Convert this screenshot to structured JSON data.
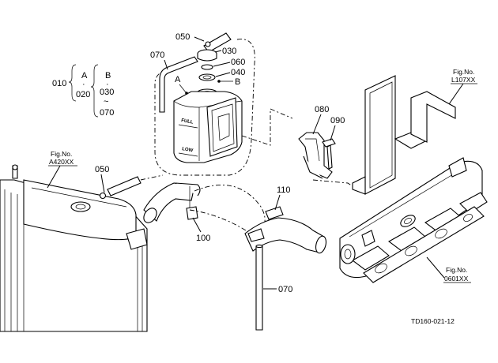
{
  "diagram": {
    "drawing_code": "TD160-021-12",
    "part_labels": {
      "p050_top": "050",
      "p070_top": "070",
      "p030": "030",
      "p060": "060",
      "p040": "040",
      "p080": "080",
      "p090": "090",
      "p050_left": "050",
      "p110": "110",
      "p100": "100",
      "p070_bottom": "070"
    },
    "point_markers": {
      "a_top": "A",
      "b_top": "B"
    },
    "legend": {
      "assembly_no": "010",
      "col_a_letter": "A",
      "col_a_dot": "·",
      "col_a_part": "020",
      "col_b_letter": "B",
      "col_b_dot": "·",
      "col_b_part1": "030",
      "col_b_tilde": "~",
      "col_b_part2": "070"
    },
    "tank_text": {
      "full": "FULL",
      "low": "LOW"
    },
    "fig_refs": [
      {
        "prefix": "Fig.No.",
        "number": "L107XX"
      },
      {
        "prefix": "Fig.No.",
        "number": "A420XX"
      },
      {
        "prefix": "Fig.No.",
        "number": "0601XX"
      }
    ]
  }
}
